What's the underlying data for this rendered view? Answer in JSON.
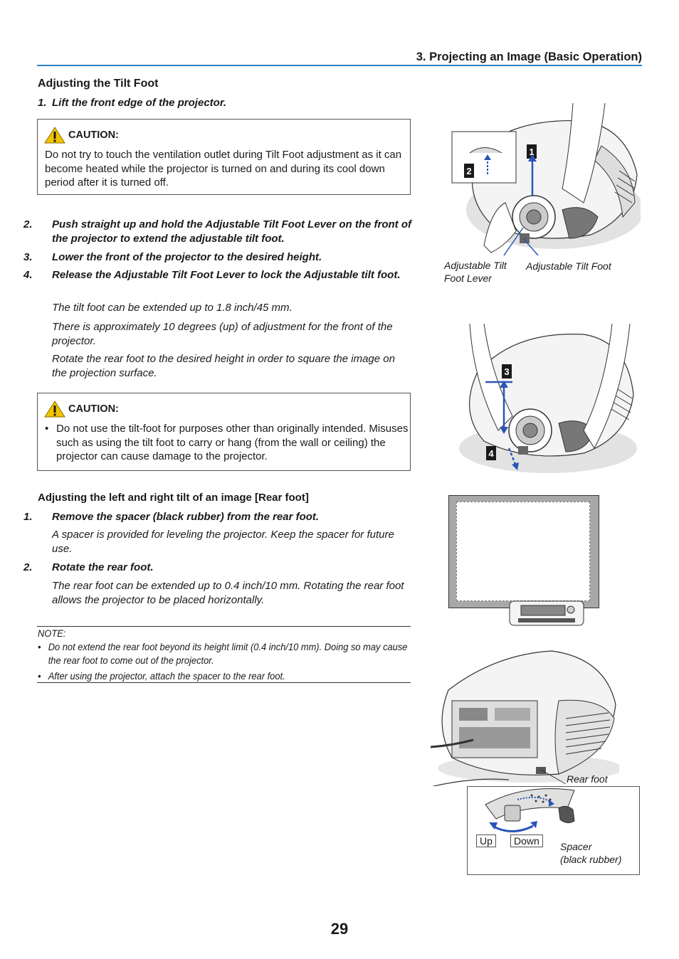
{
  "header": {
    "section_title": "3. Projecting an Image (Basic Operation)"
  },
  "tilt": {
    "heading": "Adjusting the Tilt Foot",
    "step1": "Lift the front edge of the projector.",
    "caution1": {
      "title": "CAUTION:",
      "text": "Do not try to touch the ventilation outlet during Tilt Foot adjustment as it can become heated while the projector is turned on and during its cool down period after it is turned off."
    },
    "step2": "Push straight up and hold the Adjustable Tilt Foot Lever on the front of the projector to extend the adjustable tilt foot.",
    "step3": "Lower the front of the projector to the desired height.",
    "step4": "Release the Adjustable Tilt Foot Lever to lock the Adjustable tilt foot.",
    "note_a": "The tilt foot can be extended up to 1.8 inch/45 mm.",
    "note_b": "There is approximately 10 degrees (up) of adjustment for the front of the projector.",
    "note_c": "Rotate the rear foot to the desired height in order to square the image on the projection surface.",
    "caution2": {
      "title": "CAUTION:",
      "bullet": "Do not use the tilt-foot for purposes other than originally intended. Misuses such as using the tilt foot to carry or hang (from the wall or ceiling) the projector can cause damage to the projector."
    }
  },
  "rear": {
    "heading": "Adjusting the left and right tilt of an image [Rear foot]",
    "step1": "Remove the spacer (black rubber) from the rear foot.",
    "step1_note": "A spacer is provided for leveling the projector. Keep the spacer for future use.",
    "step2": "Rotate the rear foot.",
    "step2_note": "The rear foot can be extended up to 0.4 inch/10 mm. Rotating the rear foot allows the projector to be placed horizontally."
  },
  "note": {
    "label": "NOTE:",
    "items": [
      "Do not extend the rear foot beyond its height limit (0.4 inch/10 mm). Doing so may cause the rear foot to come out of the projector.",
      "After using the projector, attach the spacer to the rear foot."
    ]
  },
  "figures": {
    "fig1_label_lever_1": "Adjustable Tilt",
    "fig1_label_lever_2": "Foot Lever",
    "fig1_label_foot": "Adjustable Tilt Foot",
    "fig4_rear_foot": "Rear foot",
    "fig4_up": "Up",
    "fig4_down": "Down",
    "fig4_spacer_1": "Spacer",
    "fig4_spacer_2": "(black rubber)"
  },
  "page_number": "29",
  "colors": {
    "accent": "#2f7fc1",
    "warning": "#f2c400",
    "arrow": "#2a55b5"
  }
}
